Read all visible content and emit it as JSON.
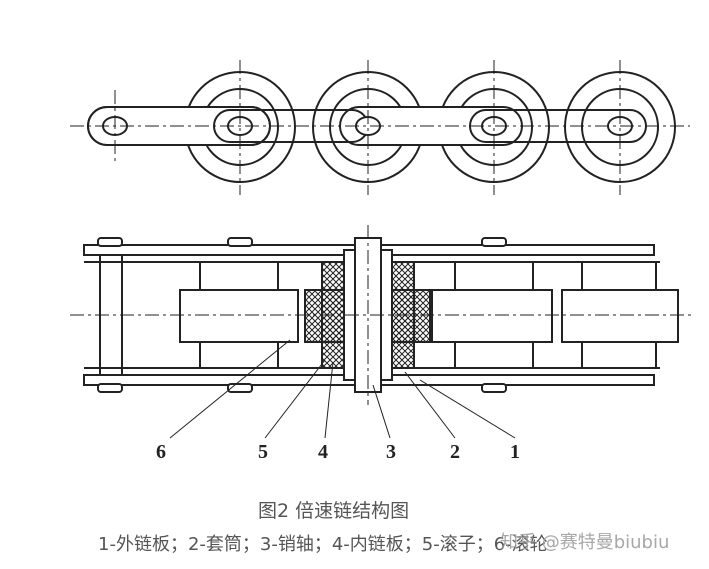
{
  "figure": {
    "title": "图2 倍速链结构图",
    "caption": "1-外链板；2-套筒；3-销轴；4-内链板；5-滚子；6-滚轮",
    "watermark": "知乎 @赛特曼biubiu",
    "part_labels": [
      "6",
      "5",
      "4",
      "3",
      "2",
      "1"
    ]
  }
}
